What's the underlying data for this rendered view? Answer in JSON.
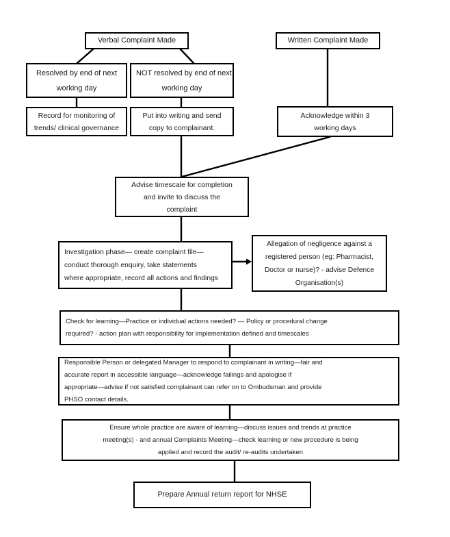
{
  "diagram": {
    "title": "Complaints Handling Flowchart",
    "stroke_color": "#000000",
    "background_color": "#ffffff",
    "text_color": "#1a1a1a",
    "nodes": {
      "verbal_complaint": {
        "lines": [
          "Verbal Complaint Made"
        ]
      },
      "written_complaint": {
        "lines": [
          "Written Complaint Made"
        ]
      },
      "resolved_next_day": {
        "lines": [
          "Resolved by end of next",
          "working day"
        ]
      },
      "not_resolved_next_day": {
        "lines": [
          "NOT resolved by end of next",
          "working day"
        ]
      },
      "record_monitoring": {
        "lines": [
          "Record for monitoring of",
          "trends/ clinical governance"
        ]
      },
      "put_into_writing": {
        "lines": [
          "Put into writing and send",
          "copy to complainant."
        ]
      },
      "acknowledge_three_days": {
        "lines": [
          "Acknowledge within 3",
          "working days"
        ]
      },
      "advise_timescale": {
        "lines": [
          "Advise timescale for completion",
          "and invite to discuss  the",
          "complaint"
        ]
      },
      "investigation_phase": {
        "lines": [
          "Investigation phase— create complaint file—",
          "conduct thorough enquiry,  take statements",
          "where appropriate, record all actions and findings"
        ]
      },
      "allegation_negligence": {
        "lines": [
          "Allegation of  negligence against a",
          "registered person (eg: Pharmacist,",
          "Doctor or nurse)? - advise Defence",
          "Organisation(s)"
        ]
      },
      "check_for_learning": {
        "lines": [
          "Check for learning—Practice or individual actions needed? — Policy or procedural change",
          "required? - action plan with responsibility for implementation defined and timescales"
        ]
      },
      "responsible_person_response": {
        "lines": [
          "Responsible Person or delegated Manager to respond to complainant in writing—fair and",
          "accurate report in accessible language—acknowledge failings and apologise if",
          "appropriate—advise if not satisfied complainant can refer on to Ombudsman and provide",
          "PHSO contact details."
        ]
      },
      "ensure_whole_practice": {
        "lines": [
          "Ensure whole practice are aware of learning—discuss issues and trends at  practice",
          "meeting(s) -  and annual Complaints Meeting—check learning or new procedure is being",
          "applied and record the audit/ re-audits undertaken"
        ]
      },
      "prepare_annual_return": {
        "lines": [
          "Prepare Annual return report for NHSE"
        ]
      }
    }
  }
}
